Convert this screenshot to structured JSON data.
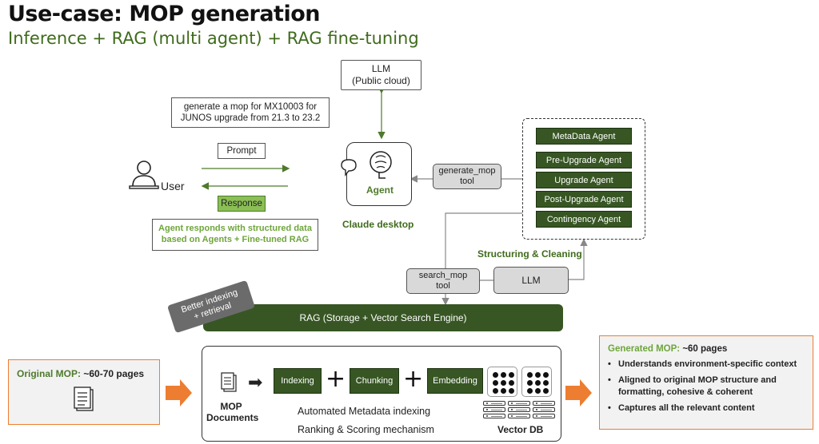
{
  "header": {
    "title": "Use-case:  MOP generation",
    "subtitle": "Inference + RAG (multi agent) + RAG fine-tuning"
  },
  "llm_public": {
    "line1": "LLM",
    "line2": "(Public cloud)"
  },
  "prompt_text": {
    "line1": "generate a mop for MX10003 for",
    "line2": "JUNOS upgrade from 21.3 to 23.2"
  },
  "user": {
    "label": "User",
    "prompt_label": "Prompt",
    "response_label": "Response"
  },
  "agent_response": {
    "line1": "Agent responds with structured data",
    "line2": "based on Agents + Fine-tuned RAG"
  },
  "agent": {
    "label": "Agent",
    "caption": "Claude desktop"
  },
  "tools": {
    "generate": {
      "line1": "generate_mop",
      "line2": "tool"
    },
    "search": {
      "line1": "search_mop",
      "line2": "tool"
    }
  },
  "agents_list": [
    "MetaData Agent",
    "Pre-Upgrade Agent",
    "Upgrade Agent",
    "Post-Upgrade Agent",
    "Contingency Agent"
  ],
  "structuring_label": "Structuring & Cleaning",
  "llm_local": "LLM",
  "better_indexing": {
    "line1": "Better indexing",
    "line2": "+ retrieval"
  },
  "rag_bar": "RAG (Storage + Vector Search Engine)",
  "original_mop": {
    "label": "Original MOP:",
    "value": "~60-70 pages"
  },
  "pipeline": {
    "docs_line1": "MOP",
    "docs_line2": "Documents",
    "steps": [
      "Indexing",
      "Chunking",
      "Embedding"
    ],
    "plus": "+",
    "notes": [
      "Automated Metadata indexing",
      "Ranking & Scoring mechanism"
    ],
    "vector_db": "Vector DB"
  },
  "generated_mop": {
    "label": "Generated MOP:",
    "value": "~60 pages",
    "bullets": [
      "Understands environment-specific context",
      "Aligned to original MOP structure and formatting, cohesive & coherent",
      "Captures all the relevant content"
    ]
  },
  "colors": {
    "dark_green": "#375623",
    "title_green": "#3f6b1c",
    "light_green": "#6ea53b",
    "orange": "#ed7d31",
    "grey": "#d9d9d9"
  }
}
